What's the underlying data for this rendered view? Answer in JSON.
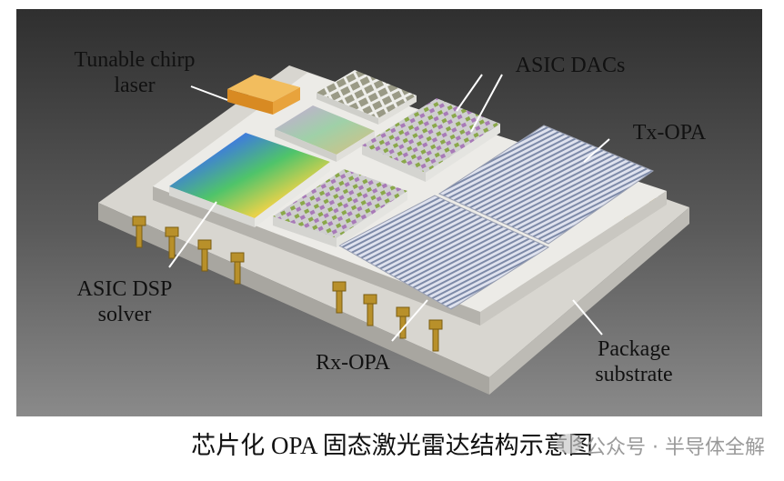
{
  "labels": {
    "laser": "Tunable chirp laser",
    "laser_l1": "Tunable chirp",
    "laser_l2": "laser",
    "dacs": "ASIC DACs",
    "tx": "Tx-OPA",
    "dsp_l1": "ASIC DSP",
    "dsp_l2": "solver",
    "rx": "Rx-OPA",
    "pkg_l1": "Package",
    "pkg_l2": "substrate"
  },
  "caption": "芯片化 OPA 固态激光雷达结构示意图",
  "watermark": "公众号 · 半导体全解",
  "colors": {
    "background": "#4a4a4a",
    "substrate": "#d8d6d0",
    "die": "#e9e8e4",
    "laser": "#e8a33c",
    "solder": "#b8902a"
  }
}
